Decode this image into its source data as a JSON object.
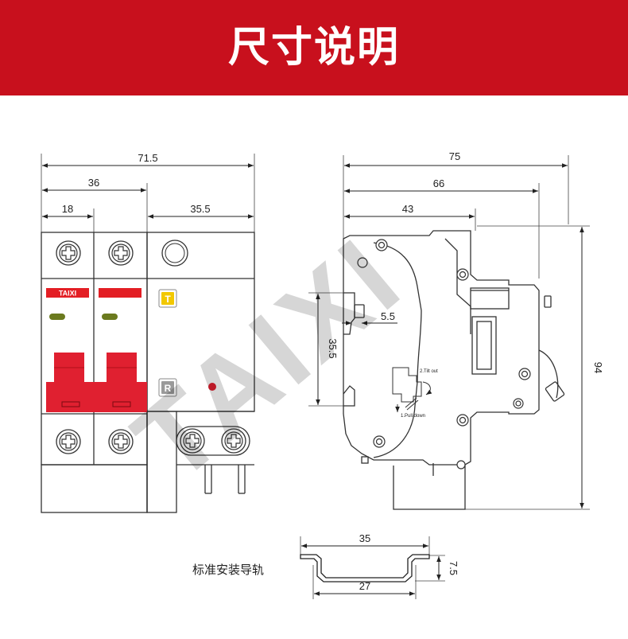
{
  "header": {
    "title": "尺寸说明"
  },
  "watermark": {
    "text": "TAIXI"
  },
  "front_view": {
    "dims": {
      "total_width": "71.5",
      "two_pole_width": "36",
      "pole_width": "18",
      "module_width": "35.5"
    },
    "brand": "TAIXI",
    "test_button": "T",
    "reset_button": "R"
  },
  "side_view": {
    "dims": {
      "depth_total": "75",
      "depth_mid": "66",
      "depth_front": "43",
      "rail_height": "35.5",
      "clip_offset": "5.5",
      "height": "94"
    },
    "step_tilt": "2.Tilt out",
    "step_pull": "1.Pull down"
  },
  "rail": {
    "label": "标准安装导轨",
    "dims": {
      "outer_width": "35",
      "inner_width": "27",
      "depth": "7.5"
    }
  },
  "colors": {
    "banner": "#c8101d",
    "handle": "#e02030",
    "brand_bar": "#e31e24",
    "test_button": "#f2c800",
    "indicator": "#6b7a1e"
  }
}
